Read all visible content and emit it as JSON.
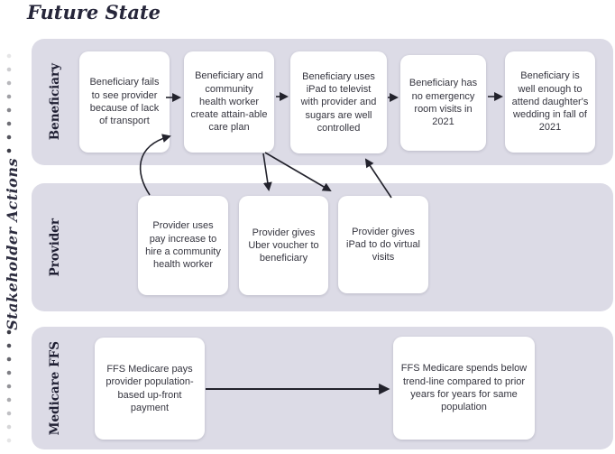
{
  "title": "Future State",
  "side_label": "Stakeholder Actions",
  "colors": {
    "lane-bg": "#dcdbe6",
    "box-bg": "#ffffff",
    "box-text": "#35353f",
    "heading": "#26263a",
    "arrow": "#22222c"
  },
  "lanes": [
    {
      "label": "Beneficiary",
      "boxes": [
        {
          "text": "Beneficiary fails to see provider because of lack of transport"
        },
        {
          "text": "Beneficiary and community health worker create attain-able care plan"
        },
        {
          "text": "Beneficiary uses iPad to televist with provider and sugars are well controlled"
        },
        {
          "text": "Beneficiary has no emergency room visits in 2021"
        },
        {
          "text": "Beneficiary is well enough to attend daughter's wedding in fall of 2021"
        }
      ]
    },
    {
      "label": "Provider",
      "boxes": [
        {
          "text": "Provider uses pay increase to hire a community health worker"
        },
        {
          "text": "Provider gives Uber voucher to beneficiary"
        },
        {
          "text": "Provider gives iPad to do virtual visits"
        }
      ]
    },
    {
      "label": "Medicare FFS",
      "boxes": [
        {
          "text": "FFS Medicare pays provider population-based up-front payment"
        },
        {
          "text": "FFS Medicare spends below trend-line compared to prior years for years for same population"
        }
      ]
    }
  ]
}
